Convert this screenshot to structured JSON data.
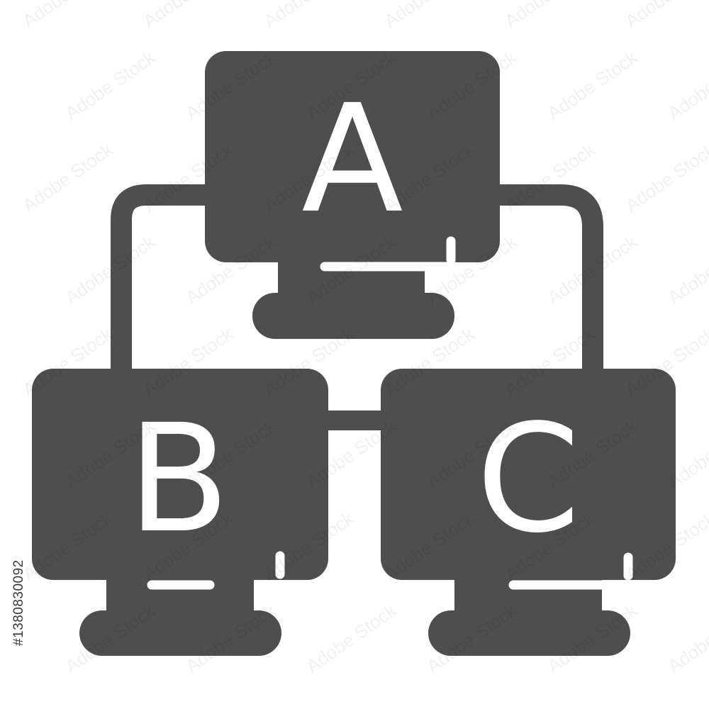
{
  "monitors": [
    {
      "letter": "A"
    },
    {
      "letter": "B"
    },
    {
      "letter": "C"
    }
  ],
  "watermark": "Adobe Stock",
  "stock_id": "#1380830092",
  "colors": {
    "icon_fill": "#4d4e4d",
    "background": "#ffffff",
    "letter": "#ffffff"
  }
}
